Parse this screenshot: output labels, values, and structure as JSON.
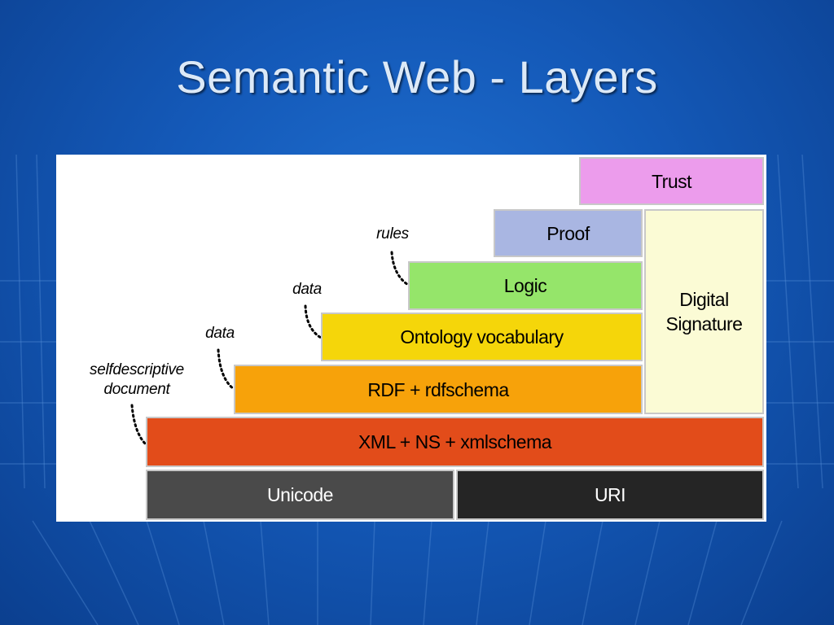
{
  "slide": {
    "title": "Semantic Web - Layers"
  },
  "diagram": {
    "layers": {
      "trust": {
        "label": "Trust",
        "color": "#ec9cec"
      },
      "proof": {
        "label": "Proof",
        "color": "#a9b6e2"
      },
      "logic": {
        "label": "Logic",
        "color": "#95e56a"
      },
      "ontology": {
        "label": "Ontology vocabulary",
        "color": "#f5d60a"
      },
      "rdf": {
        "label": "RDF + rdfschema",
        "color": "#f7a20a"
      },
      "xml": {
        "label": "XML + NS + xmlschema",
        "color": "#e24c1a"
      },
      "unicode": {
        "label": "Unicode",
        "color": "#4a4a4a"
      },
      "uri": {
        "label": "URI",
        "color": "#252525"
      },
      "digital_signature": {
        "label": "Digital\nSignature",
        "color": "#fbfbd5"
      }
    },
    "annotations": {
      "rules": "rules",
      "data_logic": "data",
      "data_ontology": "data",
      "selfdescriptive": "selfdescriptive\ndocument"
    }
  }
}
